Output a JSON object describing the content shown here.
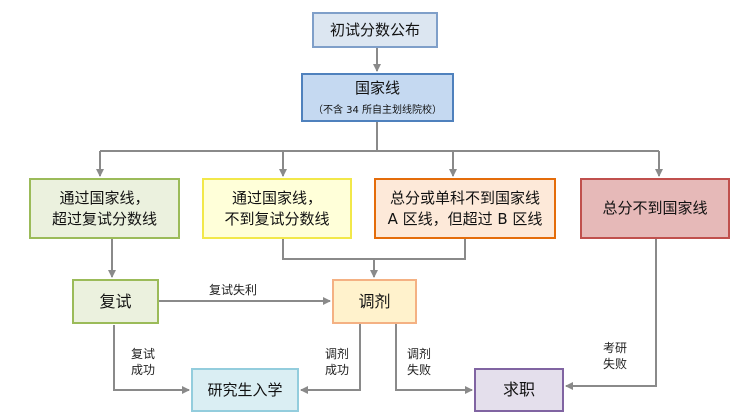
{
  "nodes": {
    "initial": {
      "label": "初试分数公布"
    },
    "national": {
      "label": "国家线",
      "sub": "（不含 34 所自主划线院校）"
    },
    "pass_both": {
      "line1": "通过国家线，",
      "line2": "超过复试分数线"
    },
    "pass_national_only": {
      "line1": "通过国家线，",
      "line2": "不到复试分数线"
    },
    "zone_b": {
      "line1": "总分或单科不到国家线",
      "line2": "A 区线，但超过 B 区线"
    },
    "fail": {
      "label": "总分不到国家线"
    },
    "retest": {
      "label": "复试"
    },
    "adjust": {
      "label": "调剂"
    },
    "admission": {
      "label": "研究生入学"
    },
    "job": {
      "label": "求职"
    }
  },
  "labels": {
    "retest_fail": "复试失利",
    "retest_success": {
      "line1": "复试",
      "line2": "成功"
    },
    "adjust_success": {
      "line1": "调剂",
      "line2": "成功"
    },
    "adjust_fail": {
      "line1": "调剂",
      "line2": "失败"
    },
    "exam_fail": {
      "line1": "考研",
      "line2": "失败"
    }
  },
  "colors": {
    "arrow": "#8a8a8a",
    "blue_fill": "#dce6f1",
    "blue_border": "#7f9fc9",
    "national_fill": "#c5d9f1",
    "national_border": "#4f81bd",
    "green_fill": "#ebf1de",
    "green_border": "#9bbb59",
    "yellow_fill": "#ffffd9",
    "yellow_border": "#f2e84a",
    "orange_fill": "#fde9d9",
    "orange_border": "#e46c0a",
    "red_fill": "#e6b9b8",
    "red_border": "#c0504d",
    "adjust_fill": "#fff2cc",
    "adjust_border": "#f4b183",
    "admission_fill": "#daeef3",
    "admission_border": "#93cddd",
    "job_fill": "#e4dfec",
    "job_border": "#8064a2"
  }
}
